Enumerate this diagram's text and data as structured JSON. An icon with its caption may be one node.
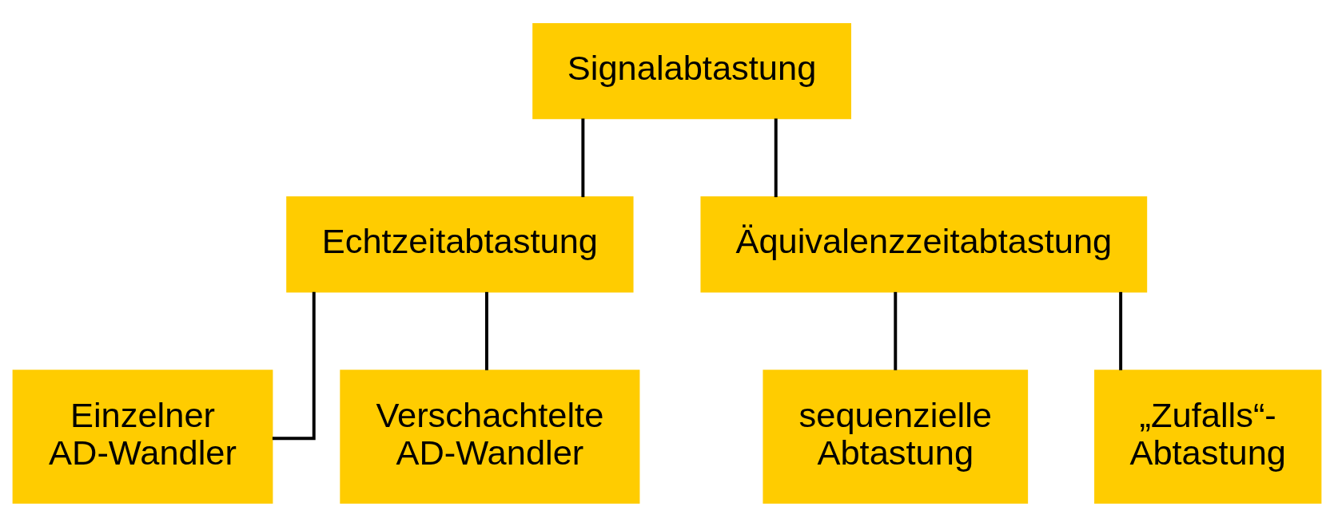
{
  "diagram": {
    "nodes": [
      {
        "text": [
          "Signalabtastung"
        ]
      },
      {
        "text": [
          "Echtzeitabtastung"
        ]
      },
      {
        "text": [
          "Äquivalenzzeitabtastung"
        ]
      },
      {
        "text": [
          "Einzelner AD-Wandler"
        ]
      },
      {
        "text": [
          "Verschachtelte AD-Wandler"
        ]
      },
      {
        "text": [
          "sequenzielle Abtastung"
        ]
      },
      {
        "text": [
          "„Zufalls“- Abtastung"
        ]
      }
    ],
    "edges": [
      {
        "from": 0,
        "to": 1,
        "arrow": "none"
      },
      {
        "from": 0,
        "to": 2,
        "arrow": "none"
      },
      {
        "from": 1,
        "to": 3,
        "arrow": "none"
      },
      {
        "from": 1,
        "to": 4,
        "arrow": "none"
      },
      {
        "from": 2,
        "to": 5,
        "arrow": "none"
      },
      {
        "from": 2,
        "to": 6,
        "arrow": "none"
      }
    ]
  }
}
